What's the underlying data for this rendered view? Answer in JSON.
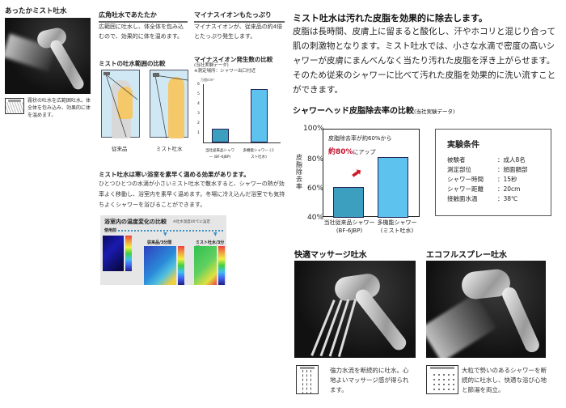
{
  "col1": {
    "title": "あったかミスト吐水",
    "pattern_icon": "mist-spray-pattern-icon",
    "caption": "霧状の吐水を広範囲吐水。体全体を包み込み、効果的に体を温めます。"
  },
  "wide": {
    "title": "広角吐水であたたか",
    "body": "広範囲に吐水し、体全体を包み込むので、効果的に体を温めます。",
    "diagram_title": "ミストの吐水範囲の比較",
    "labels": [
      "従来品",
      "ミスト吐水"
    ]
  },
  "ion": {
    "title": "マイナスイオンもたっぷり",
    "body": "マイナスイオンが、従来品の約4倍とたっぷり発生します。",
    "chart_title": "マイナスイオン発生数の比較",
    "chart_note1": "(当社実験データ)",
    "chart_note2": "※測定場所：シャワー出口付近",
    "unit": "万個/cm³"
  },
  "warm": {
    "title": "ミスト吐水は寒い浴室を素早く温める効果があります。",
    "body": "ひとつひとつの水滴が小さいミスト吐水で散水すると、シャワーの熱が効率よく移動し、浴室内を素早く温めます。冬場に冷え込んだ浴室でも気持ちよくシャワーを浴びることができます。",
    "panel_title": "浴室内の温度変化の比較",
    "panel_note": "※吐水温度40℃に設定",
    "before_label": "使用前",
    "label_conventional": "従来品/3分間",
    "label_mist": "ミスト吐水/3分間"
  },
  "right": {
    "headline": "ミスト吐水は汚れた皮脂を効果的に除去します。",
    "body": "皮脂は長時間、皮膚上に留まると酸化し、汗やホコリと混じり合って肌の刺激物となります。ミスト吐水では、小さな水滴で密度の高いシャワーが皮膚にまんべんなく当たり汚れた皮脂を浮き上がらせます。そのため従来のシャワーに比べて汚れた皮脂を効果的に洗い流すことができます。",
    "chart_title": "シャワーヘッド皮脂除去率の比較",
    "chart_title_note": "(当社実験データ)",
    "annotation_line1": "皮脂除去率が約60%から",
    "annotation_red": "約80%",
    "annotation_rest": "にアップ",
    "ylabel": "皮脂除去率",
    "conditions": {
      "title": "実験条件",
      "rows": [
        {
          "k": "被験者",
          "v": "：成人8名"
        },
        {
          "k": "測定部位",
          "v": "：顔面額部"
        },
        {
          "k": "シャワー時間",
          "v": "：15秒"
        },
        {
          "k": "シャワー距離",
          "v": "：20cm"
        },
        {
          "k": "接触面水温",
          "v": "：38℃"
        }
      ]
    }
  },
  "massage": {
    "title": "快適マッサージ吐水",
    "pattern_icon": "massage-stream-pattern-icon",
    "caption": "強力水流を断続的に吐水。心地よいマッサージ感が得られます。"
  },
  "eco": {
    "title": "エコフルスプレー吐水",
    "pattern_icon": "spray-dots-pattern-icon",
    "caption": "大粒で勢いのあるシャワーを断続的に吐水し、快適な浴び心地と節湯を両立。"
  },
  "chart_data": [
    {
      "type": "bar",
      "title": "マイナスイオン発生数の比較",
      "categories": [
        "当社従来品シャワー (BF-6JBP)",
        "多機能シャワー (ミスト吐水)"
      ],
      "values": [
        1.4,
        5.5
      ],
      "ylabel": "万個/cm³",
      "yticks": [
        1,
        2,
        3,
        4,
        5,
        6
      ],
      "ylim": [
        0,
        6
      ],
      "colors": [
        "#3d9fc0",
        "#5ec2ee"
      ]
    },
    {
      "type": "bar",
      "title": "シャワーヘッド皮脂除去率の比較",
      "categories": [
        "当社従来品シャワー (BF-6JBP)",
        "多機能シャワー (ミスト吐水)"
      ],
      "values": [
        60,
        80
      ],
      "ylabel": "皮脂除去率",
      "yticks": [
        "40%",
        "60%",
        "80%",
        "100%"
      ],
      "ylim": [
        40,
        100
      ],
      "colors": [
        "#3d9fc0",
        "#5ec2ee"
      ],
      "annotation": "皮脂除去率が約60%から約80%にアップ"
    }
  ]
}
